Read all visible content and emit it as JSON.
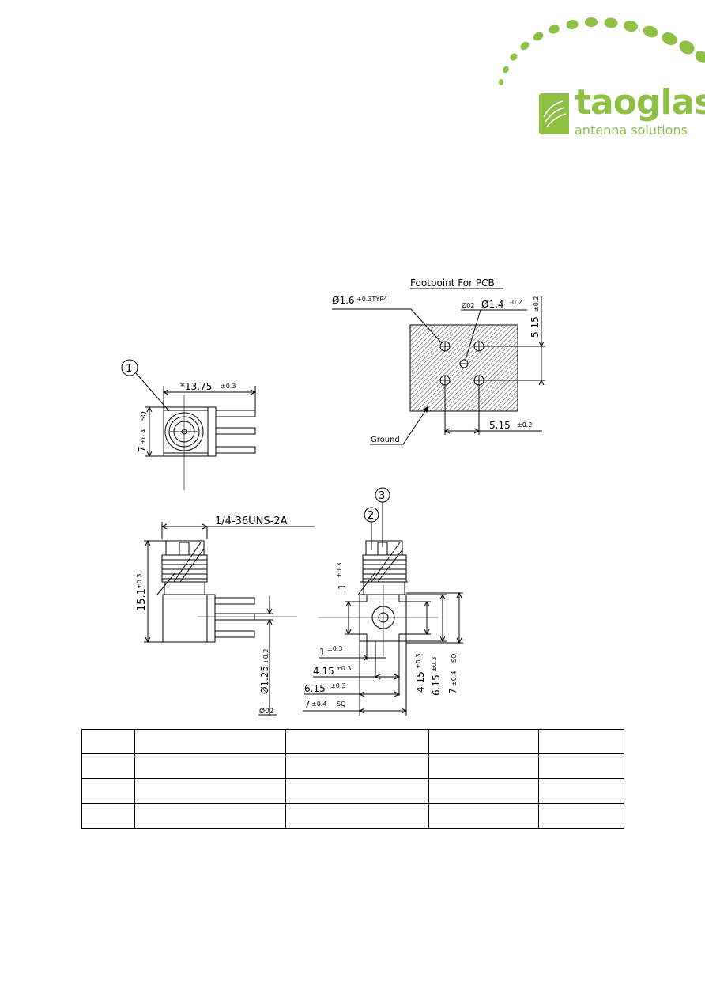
{
  "logo": {
    "name": "taoglas",
    "tagline": "antenna solutions",
    "brand_color": "#8dc045"
  },
  "drawing": {
    "footprint": {
      "title": "Footpoint For PCB",
      "hole_dia": "Ø1.6",
      "hole_tol": "+0.3TYP4",
      "center_dia": "Ø1.4",
      "center_tol": "-0.2",
      "center_ref": "Ø02",
      "pitch_v": "5.15",
      "pitch_v_tol": "±0.2",
      "pitch_h": "5.15",
      "pitch_h_tol": "±0.2",
      "ground_label": "Ground"
    },
    "top_view": {
      "callout": "1",
      "length": "*13.75",
      "length_tol": "±0.3",
      "width": "7",
      "width_tol": "±0.4",
      "width_sq": "SQ"
    },
    "side_view": {
      "thread": "1/4-36UNS-2A",
      "height": "15.1",
      "height_tol": "±0.3",
      "pin_dia": "Ø1.25",
      "pin_dia_tol": "+0.2",
      "pin_ref": "Ø02"
    },
    "front_view": {
      "callout_2": "2",
      "callout_3": "3",
      "offset": "1",
      "offset_tol": "±0.3",
      "h_dim_1": "1",
      "h_dim_1_tol": "±0.3",
      "h_dim_2": "4.15",
      "h_dim_2_tol": "±0.3",
      "h_dim_3": "6.15",
      "h_dim_3_tol": "±0.3",
      "h_dim_4": "7",
      "h_dim_4_tol": "±0.4",
      "h_dim_4_sq": "SQ",
      "v_dim_1": "4.15",
      "v_dim_1_tol": "±0.3",
      "v_dim_2": "6.15",
      "v_dim_2_tol": "±0.3",
      "v_dim_3": "7",
      "v_dim_3_tol": "±0.4",
      "v_dim_3_sq": "SQ"
    }
  },
  "info_table": {
    "rows": [
      [
        "",
        "",
        "",
        "",
        ""
      ],
      [
        "",
        "",
        "",
        "",
        ""
      ],
      [
        "",
        "",
        "",
        "",
        ""
      ],
      [
        "",
        "",
        "",
        "",
        ""
      ]
    ]
  }
}
